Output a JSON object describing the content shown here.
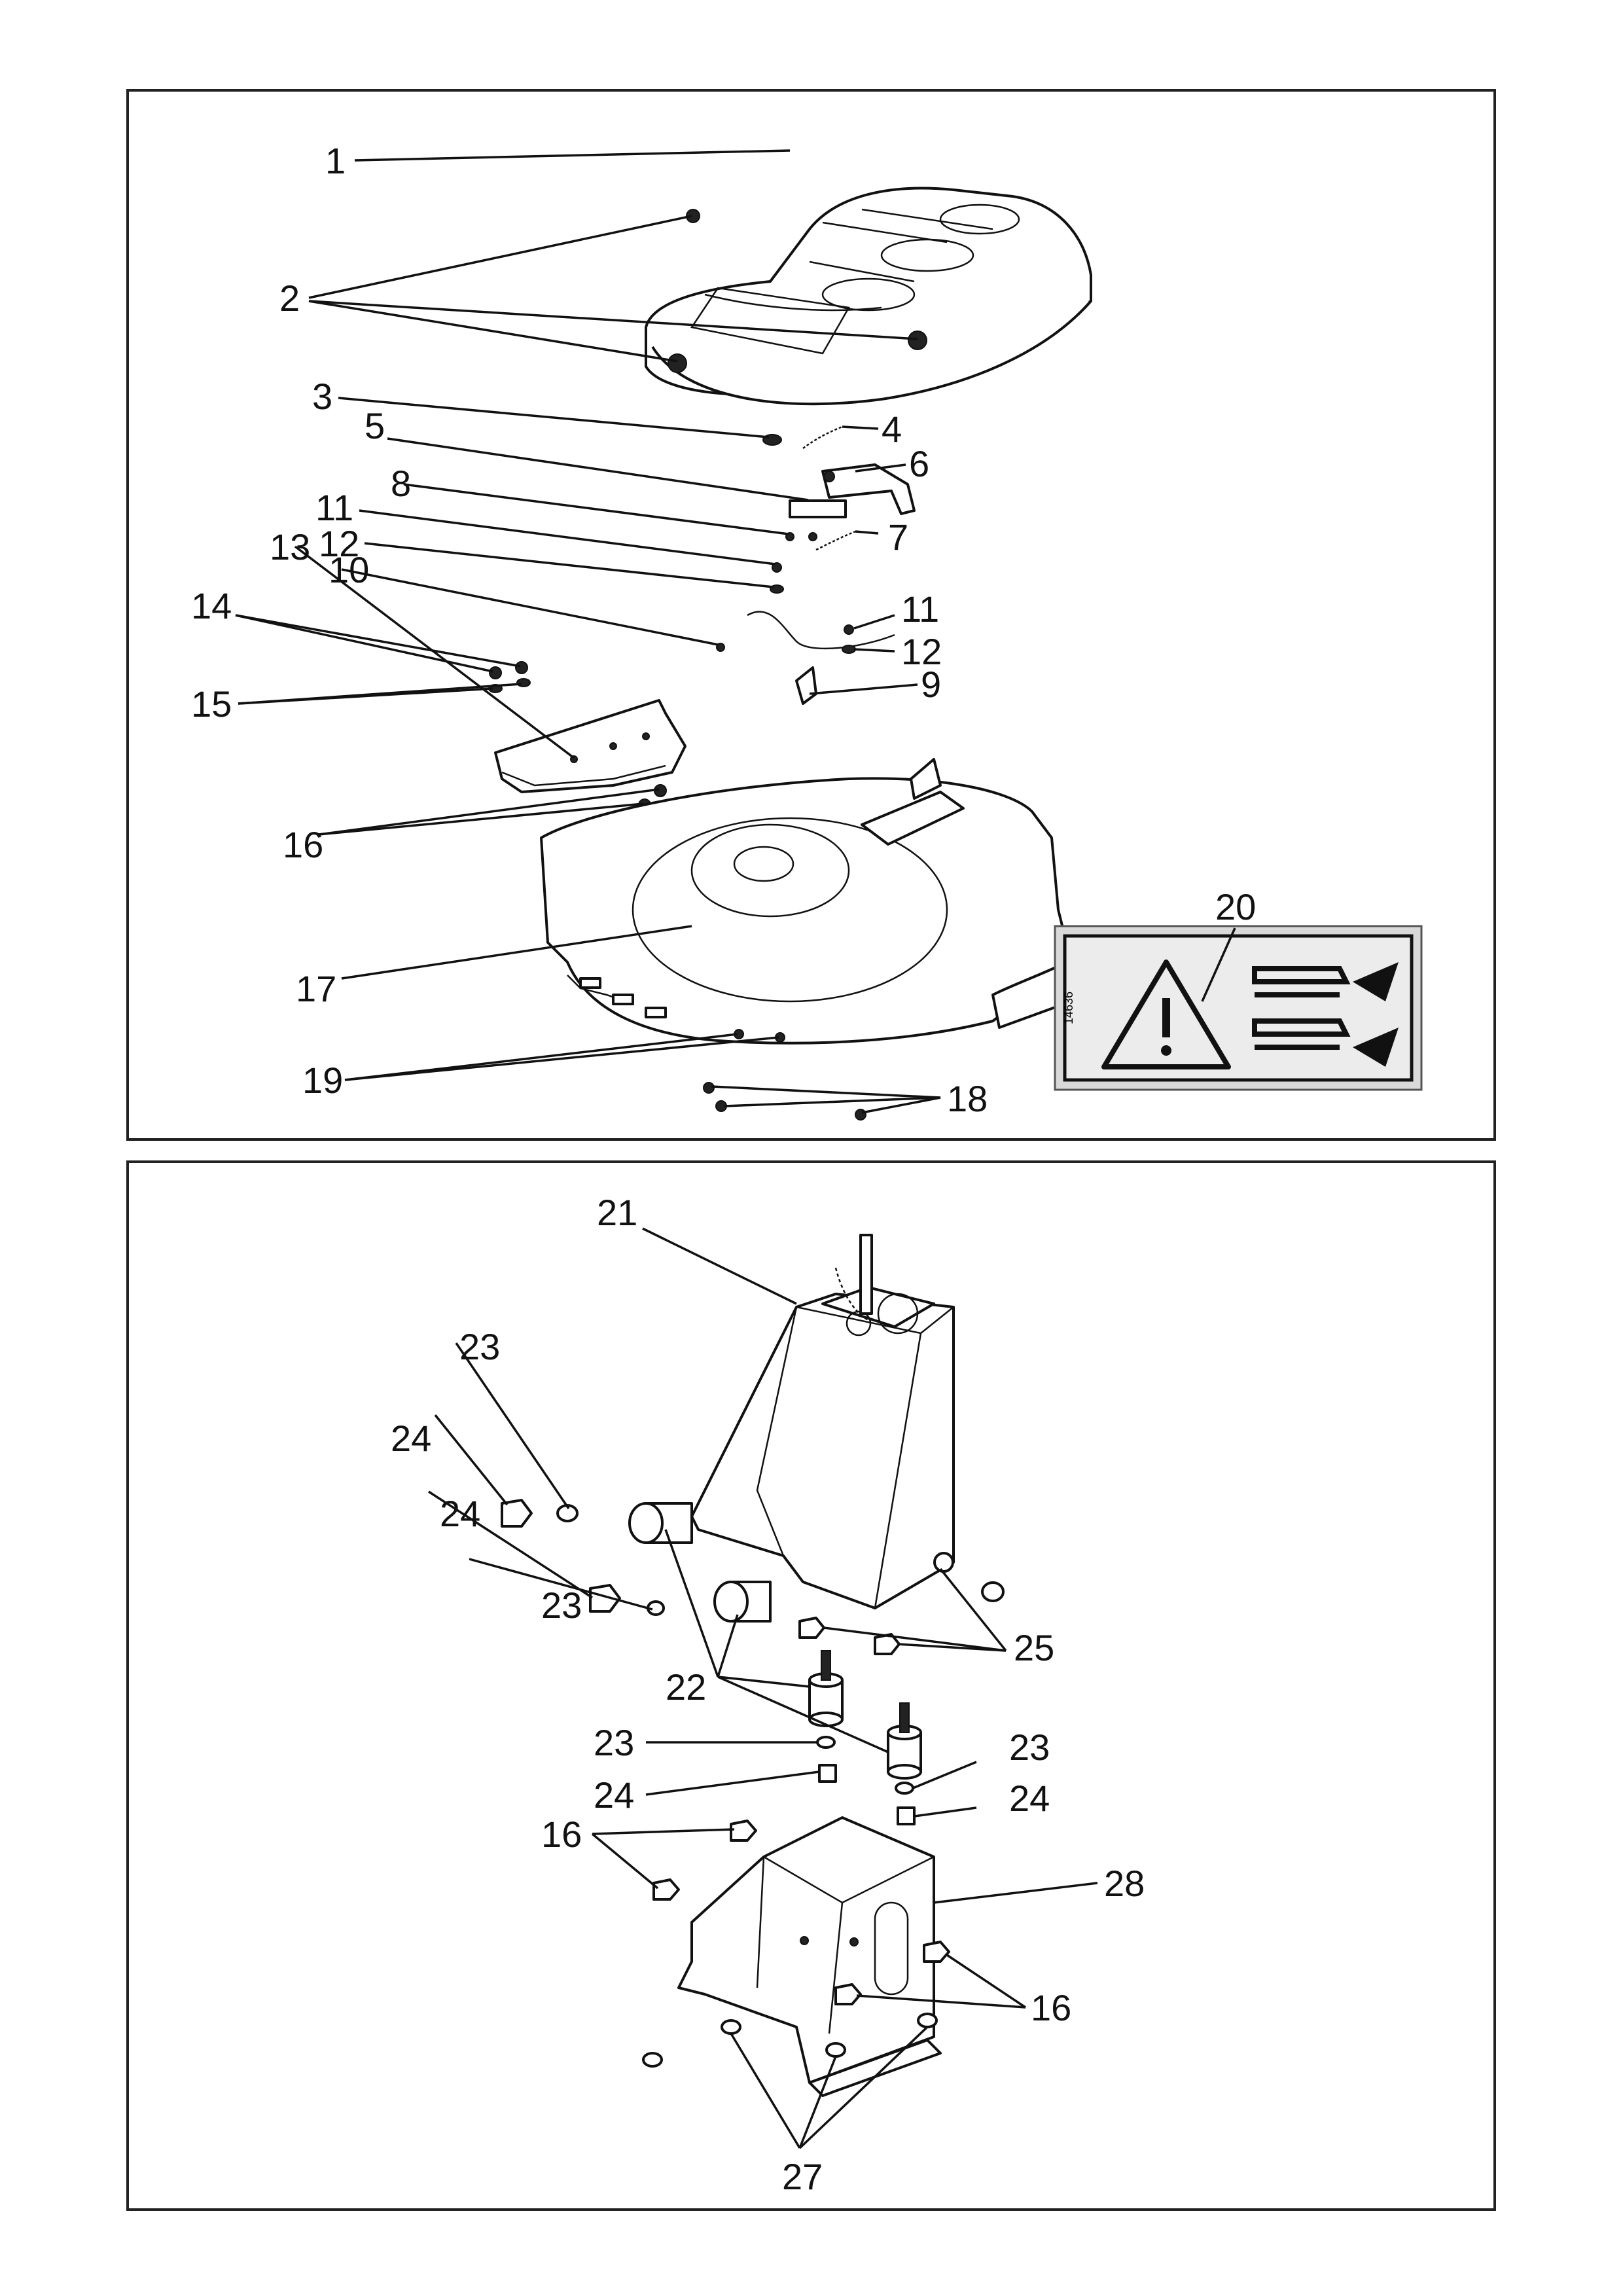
{
  "top_labels": [
    {
      "id": "1",
      "text": "1"
    },
    {
      "id": "2",
      "text": "2"
    },
    {
      "id": "3",
      "text": "3"
    },
    {
      "id": "4",
      "text": "4"
    },
    {
      "id": "5",
      "text": "5"
    },
    {
      "id": "6",
      "text": "6"
    },
    {
      "id": "7",
      "text": "7"
    },
    {
      "id": "8",
      "text": "8"
    },
    {
      "id": "9",
      "text": "9"
    },
    {
      "id": "10",
      "text": "10"
    },
    {
      "id": "11a",
      "text": "11"
    },
    {
      "id": "11b",
      "text": "11"
    },
    {
      "id": "12a",
      "text": "12"
    },
    {
      "id": "12b",
      "text": "12"
    },
    {
      "id": "13",
      "text": "13"
    },
    {
      "id": "14",
      "text": "14"
    },
    {
      "id": "15",
      "text": "15"
    },
    {
      "id": "16",
      "text": "16"
    },
    {
      "id": "17",
      "text": "17"
    },
    {
      "id": "18",
      "text": "18"
    },
    {
      "id": "19",
      "text": "19"
    },
    {
      "id": "20",
      "text": "20"
    }
  ],
  "bottom_labels": [
    {
      "id": "21",
      "text": "21"
    },
    {
      "id": "22",
      "text": "22"
    },
    {
      "id": "23a",
      "text": "23"
    },
    {
      "id": "23b",
      "text": "23"
    },
    {
      "id": "23c",
      "text": "23"
    },
    {
      "id": "23d",
      "text": "23"
    },
    {
      "id": "24a",
      "text": "24"
    },
    {
      "id": "24b",
      "text": "24"
    },
    {
      "id": "24c",
      "text": "24"
    },
    {
      "id": "24d",
      "text": "24"
    },
    {
      "id": "25",
      "text": "25"
    },
    {
      "id": "16a",
      "text": "16"
    },
    {
      "id": "16b",
      "text": "16"
    },
    {
      "id": "27",
      "text": "27"
    },
    {
      "id": "28",
      "text": "28"
    }
  ],
  "sticker": {
    "code": "14636"
  }
}
